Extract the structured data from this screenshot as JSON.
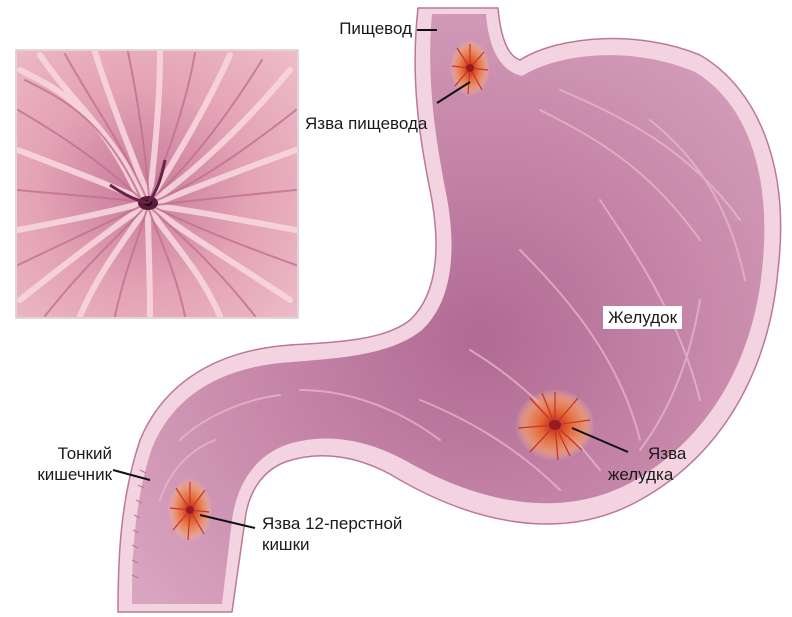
{
  "labels": {
    "esophagus": "Пищевод",
    "esophageal_ulcer": "Язва пищевода",
    "stomach": "Желудок",
    "gastric_ulcer_line1": "Язва",
    "gastric_ulcer_line2": "желудка",
    "small_intestine_line1": "Тонкий",
    "small_intestine_line2": "кишечник",
    "duodenal_ulcer_line1": "Язва 12-перстной",
    "duodenal_ulcer_line2": "кишки"
  },
  "colors": {
    "mucosa_base": "#e4a3b8",
    "mucosa_dark": "#a7527c",
    "wall_outer": "#f3d3df",
    "lumen": "#c98aac",
    "ulcer": "#e2642f",
    "line": "#111111"
  }
}
